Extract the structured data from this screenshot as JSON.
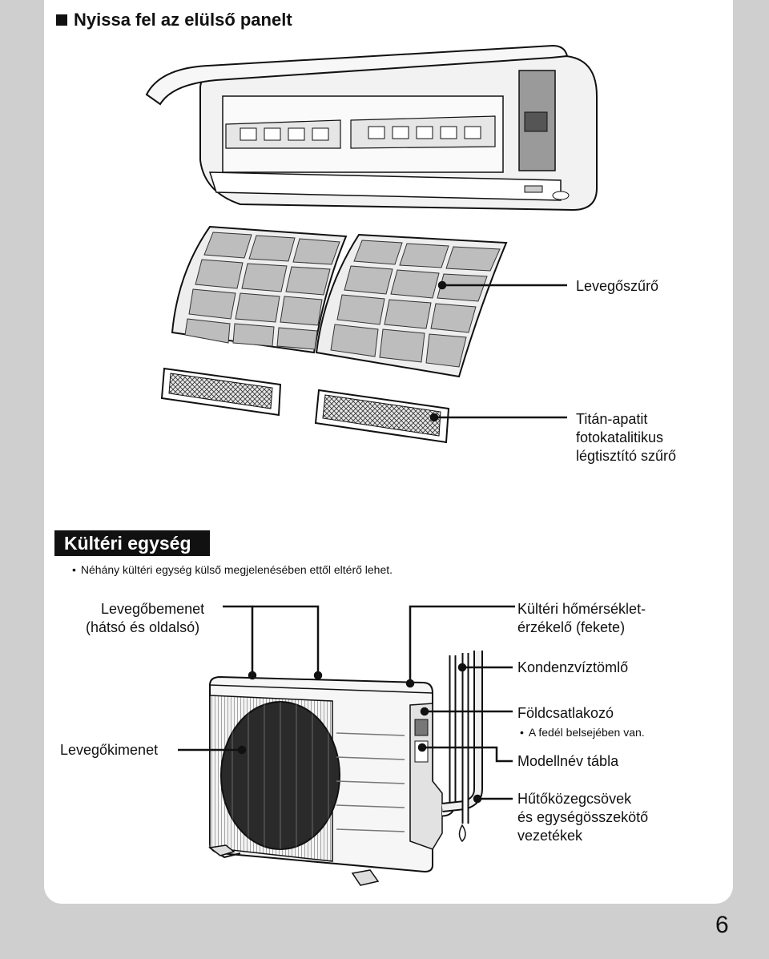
{
  "section": {
    "title": "Nyissa fel az elülső panelt"
  },
  "indoor_labels": {
    "air_filter": "Levegőszűrő",
    "titan_filter_lines": [
      "Titán-apatit",
      "fotokatalitikus",
      "légtisztító szűrő"
    ]
  },
  "outdoor": {
    "banner": "Kültéri egység",
    "note": "Néhány kültéri egység külső megjelenésében ettől eltérő lehet.",
    "air_inlet_lines": [
      "Levegőbemenet",
      "(hátsó és oldalsó)"
    ],
    "air_outlet": "Levegőkimenet",
    "temp_sensor_lines": [
      "Kültéri hőmérséklet-",
      "érzékelő (fekete)"
    ],
    "drain_hose": "Kondenzvíztömlő",
    "ground_terminal": "Földcsatlakozó",
    "ground_note": "A fedél belsejében van.",
    "model_plate": "Modellnév tábla",
    "pipes_lines": [
      "Hűtőközegcsövek",
      "és egységösszekötő",
      "vezetékek"
    ]
  },
  "page_number": "6"
}
